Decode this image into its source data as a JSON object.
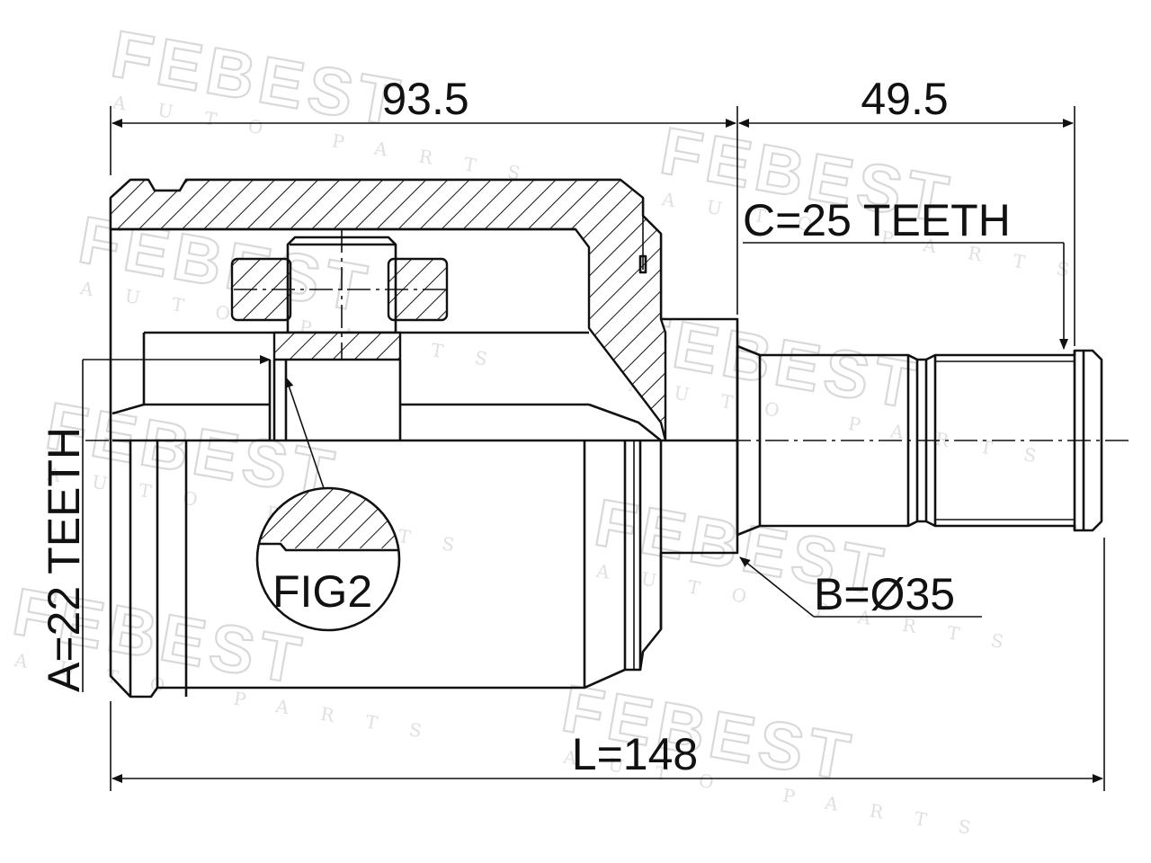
{
  "watermark": {
    "brand": "FEBEST",
    "tagline": "AUTO PARTS"
  },
  "dimensions": {
    "housing_length": "93.5",
    "shaft_length": "49.5",
    "outer_spline": "C=25 TEETH",
    "inner_spline": "A=22 TEETH",
    "seal_diameter": "B=Ø35",
    "total_length": "L=148"
  },
  "callouts": {
    "detail_figure": "FIG2"
  }
}
